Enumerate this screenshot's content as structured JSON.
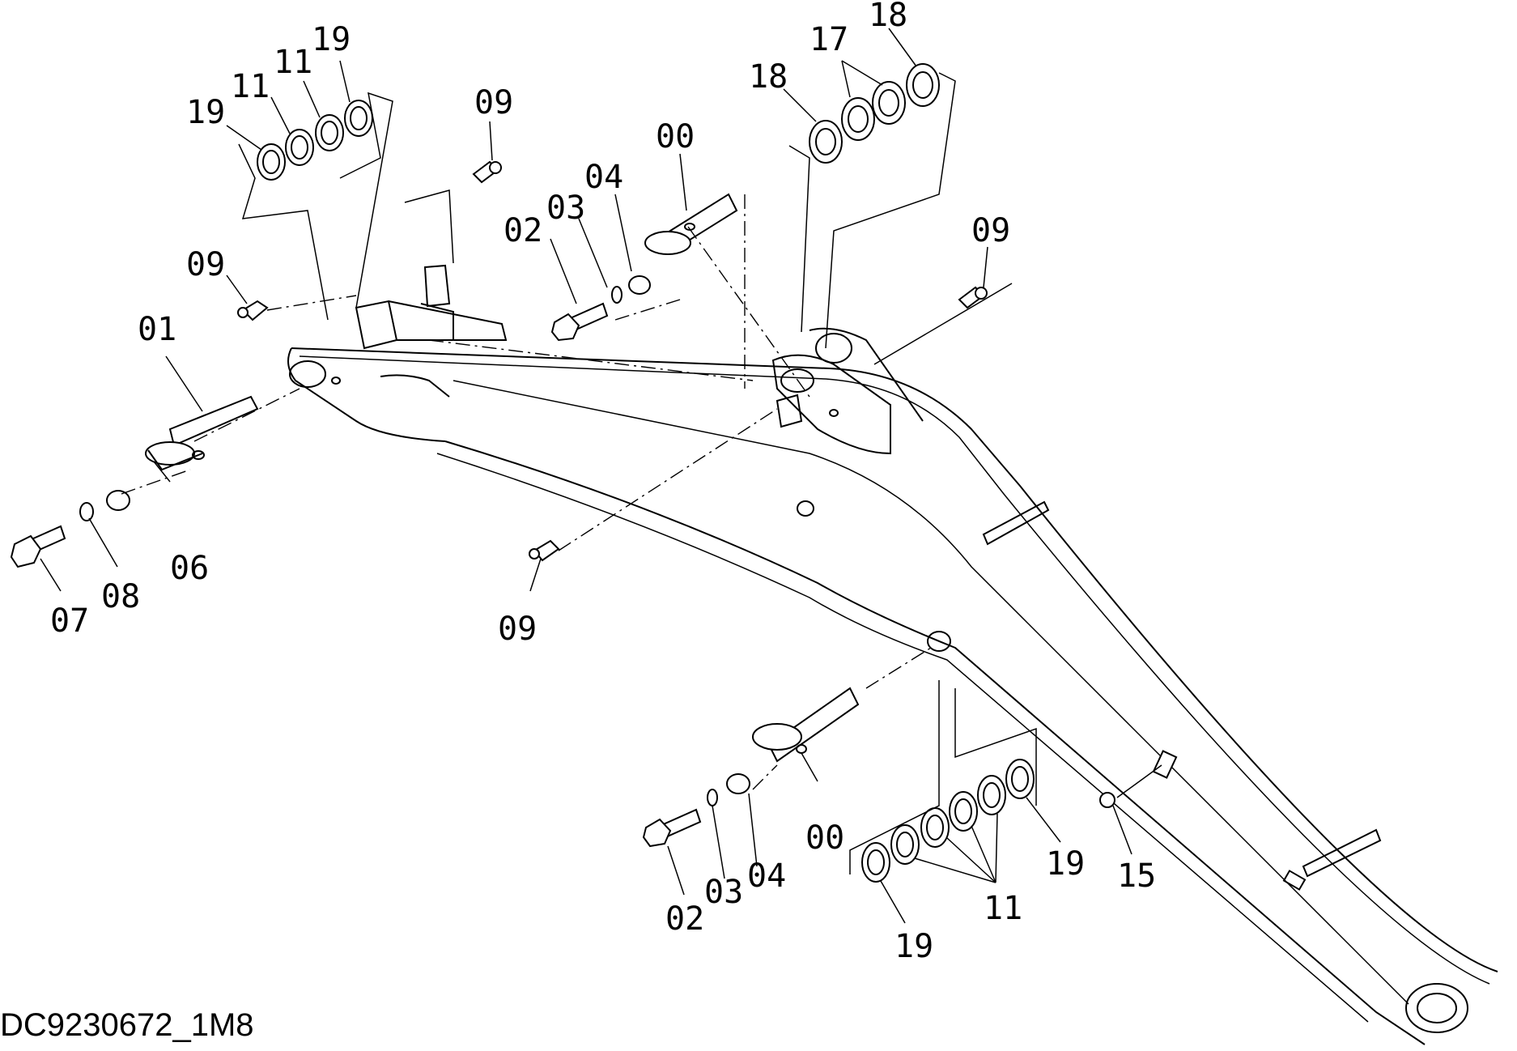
{
  "drawing_id": "DC9230672_1M8",
  "callouts": {
    "c01": "01",
    "c06": "06",
    "c07": "07",
    "c08": "08",
    "c09_a": "09",
    "c09_b": "09",
    "c09_c": "09",
    "c09_d": "09",
    "c19_a": "19",
    "c11_a": "11",
    "c11_b": "11",
    "c19_b": "19",
    "c02_a": "02",
    "c03_a": "03",
    "c04_a": "04",
    "c00_a": "00",
    "c18_a": "18",
    "c17": "17",
    "c18_b": "18",
    "c00_b": "00",
    "c02_b": "02",
    "c03_b": "03",
    "c04_b": "04",
    "c19_c": "19",
    "c11_c": "11",
    "c19_d": "19",
    "c15": "15"
  }
}
